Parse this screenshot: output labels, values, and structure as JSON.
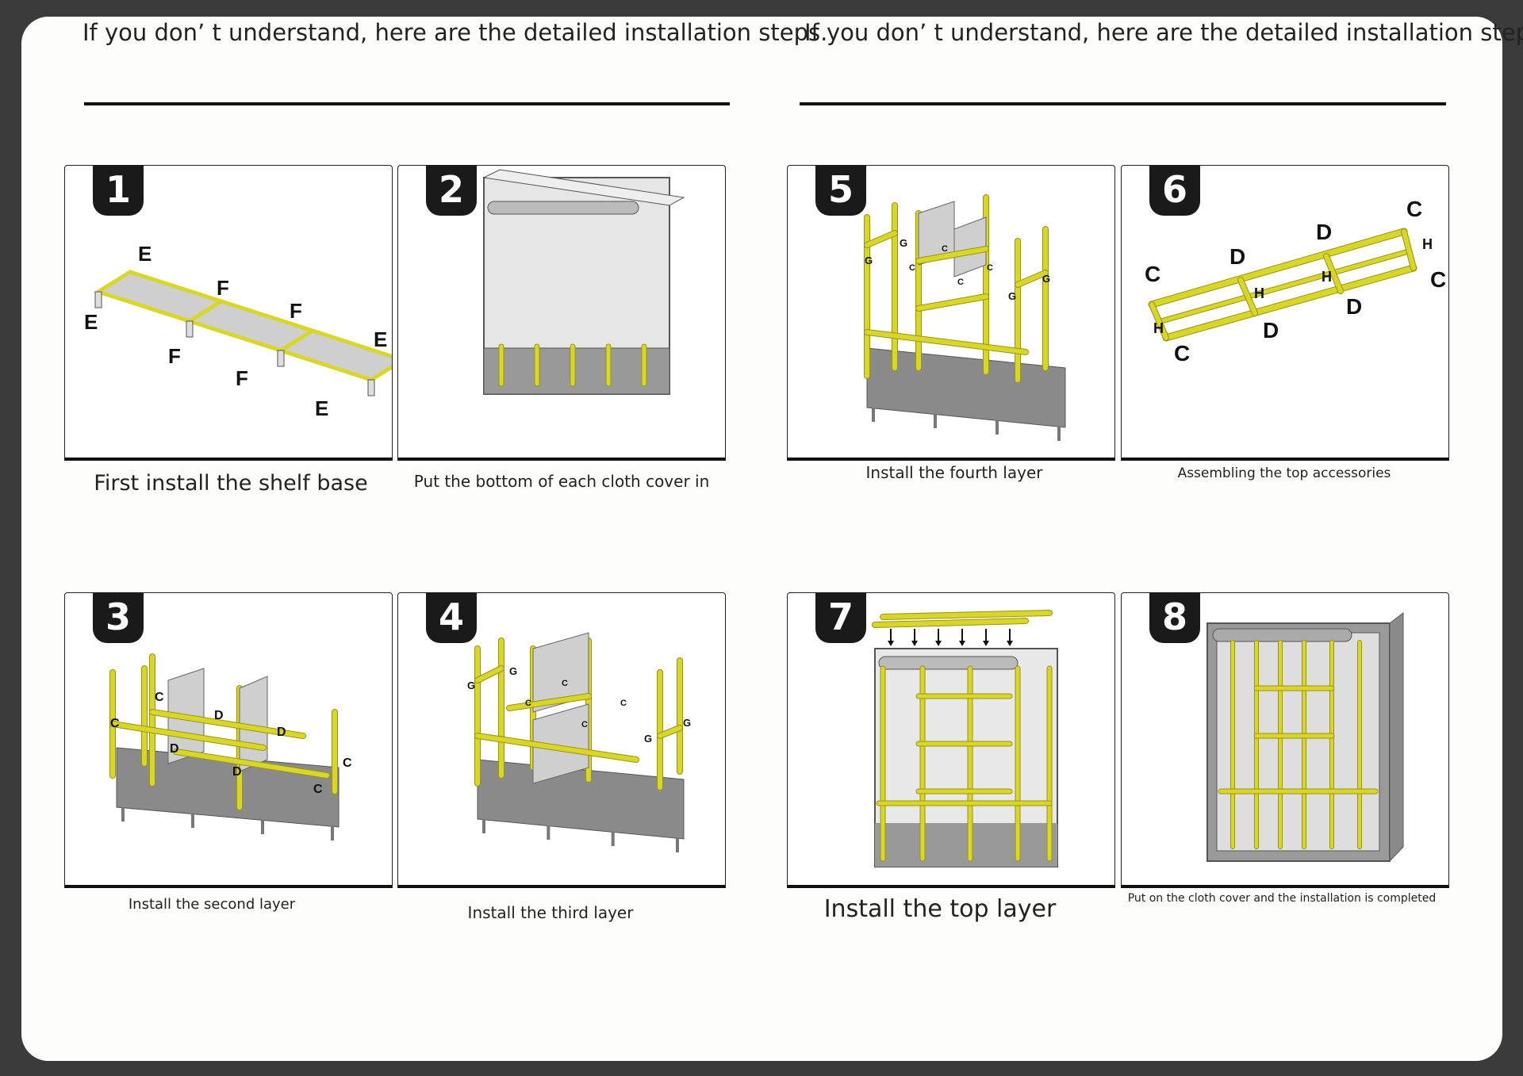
{
  "header": {
    "left_heading": "If you don’ t understand, here are the detailed installation steps.",
    "right_heading": "If you don’ t understand, here are the detailed installation steps."
  },
  "steps": [
    {
      "number": "1",
      "caption": "First install the shelf base",
      "labels": [
        "E",
        "F",
        "E",
        "F",
        "E",
        "F",
        "F",
        "E"
      ]
    },
    {
      "number": "2",
      "caption": "Put the bottom of each cloth cover in",
      "labels": []
    },
    {
      "number": "3",
      "caption": "Install the second layer",
      "labels": [
        "C",
        "C",
        "D",
        "D",
        "D",
        "D",
        "C",
        "C"
      ]
    },
    {
      "number": "4",
      "caption": "Install the third layer",
      "labels": [
        "G",
        "G",
        "C",
        "C",
        "C",
        "C",
        "G",
        "G"
      ]
    },
    {
      "number": "5",
      "caption": "Install the fourth layer",
      "labels": [
        "G",
        "G",
        "C",
        "C",
        "C",
        "C",
        "G",
        "G"
      ]
    },
    {
      "number": "6",
      "caption": "Assembling the top accessories",
      "labels": [
        "C",
        "D",
        "D",
        "C",
        "H",
        "H",
        "C",
        "H",
        "D",
        "H",
        "D",
        "C"
      ]
    },
    {
      "number": "7",
      "caption": "Install the top layer",
      "labels": []
    },
    {
      "number": "8",
      "caption": "Put on the cloth cover and the installation is completed",
      "labels": []
    }
  ],
  "colors": {
    "frame": "#3b3b3b",
    "pole": "#d9d62a",
    "panel": "#d4d4d4",
    "badge": "#1a1a1a"
  }
}
